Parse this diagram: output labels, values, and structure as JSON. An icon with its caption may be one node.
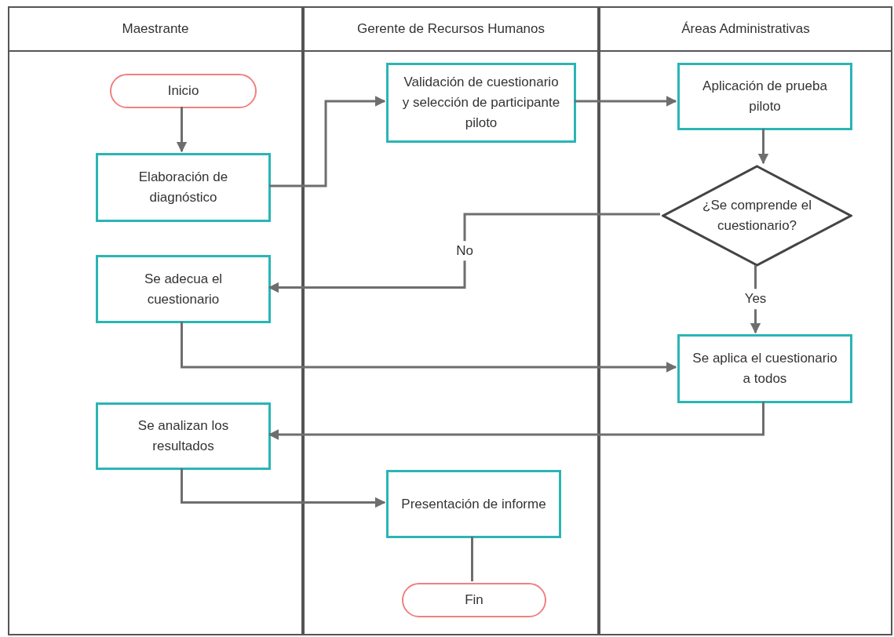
{
  "diagram": {
    "nodes": [
      {
        "text": [
          "Maestrante"
        ]
      },
      {
        "text": [
          "Gerente de Recursos Humanos"
        ]
      },
      {
        "text": [
          "Áreas Administrativas"
        ]
      },
      {
        "text": [
          "Inicio"
        ],
        "in": 0
      },
      {
        "text": [
          "Elaboración de diagnóstico"
        ],
        "in": 0
      },
      {
        "text": [
          "Validación de cuestionario y selección de participante piloto"
        ],
        "in": 1
      },
      {
        "text": [
          "Aplicación de prueba piloto"
        ],
        "in": 2
      },
      {
        "text": [
          "¿Se comprende el cuestionario?"
        ],
        "in": 2
      },
      {
        "text": [
          "Se adecua el cuestionario"
        ],
        "in": 0
      },
      {
        "text": [
          "Se aplica el cuestionario a todos"
        ],
        "in": 2
      },
      {
        "text": [
          "Se analizan los resultados"
        ],
        "in": 0
      },
      {
        "text": [
          "Presentación de informe"
        ],
        "in": 1
      },
      {
        "text": [
          "Fin"
        ],
        "in": 1
      }
    ],
    "edges": [
      {
        "from": 3,
        "to": 4,
        "arrow": "to"
      },
      {
        "from": 4,
        "to": 5,
        "arrow": "to"
      },
      {
        "from": 5,
        "to": 6,
        "arrow": "to"
      },
      {
        "from": 6,
        "to": 7,
        "arrow": "to"
      },
      {
        "from": 7,
        "to": 8,
        "arrow": "to",
        "label": "No"
      },
      {
        "from": 7,
        "to": 9,
        "arrow": "to",
        "label": "Yes"
      },
      {
        "from": 8,
        "to": 9,
        "arrow": "to"
      },
      {
        "from": 9,
        "to": 10,
        "arrow": "to"
      },
      {
        "from": 10,
        "to": 11,
        "arrow": "to"
      },
      {
        "from": 11,
        "to": 12,
        "arrow": "none"
      }
    ]
  }
}
